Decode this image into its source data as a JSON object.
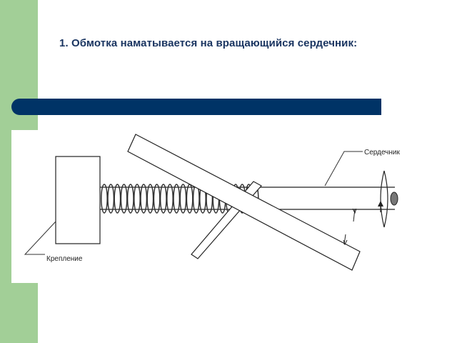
{
  "slide": {
    "title": "1. Обмотка наматывается на вращающийся сердечник:"
  },
  "diagram": {
    "labels": {
      "core": "Сердечник",
      "mount": "Крепление"
    }
  },
  "colors": {
    "green_panel": "#a2cf97",
    "title_text": "#1a3561",
    "bar": "#003366"
  }
}
